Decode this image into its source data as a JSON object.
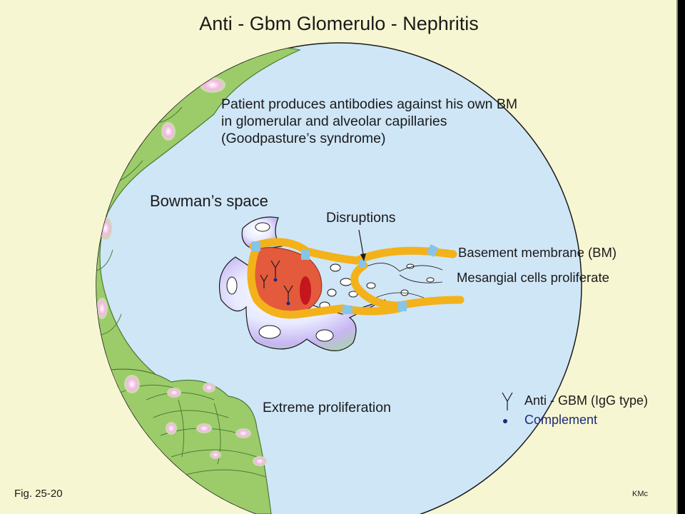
{
  "title": "Anti - Gbm Glomerulo - Nephritis",
  "description": [
    "Patient produces antibodies against his own BM",
    "in glomerular  and alveolar capillaries",
    "(Goodpasture’s syndrome)"
  ],
  "labels": {
    "bowmans_space": "Bowman’s  space",
    "disruptions": "Disruptions",
    "basement_membrane": "Basement membrane (BM)",
    "mesangial": "Mesangial  cells proliferate",
    "extreme_proliferation": "Extreme proliferation"
  },
  "legend": {
    "antibody": "Anti - GBM (IgG  type)",
    "complement": "Complement"
  },
  "figure_number": "Fig. 25-20",
  "credit": "KMc",
  "colors": {
    "background": "#f7f6d2",
    "bowmans_space": "#cfe6f7",
    "epithelium": "#9ccc6a",
    "basement_membrane": "#f3b21a",
    "proliferation": "#e45a3c",
    "disruption": "#86c4e8",
    "complement": "#1c2a7a"
  }
}
